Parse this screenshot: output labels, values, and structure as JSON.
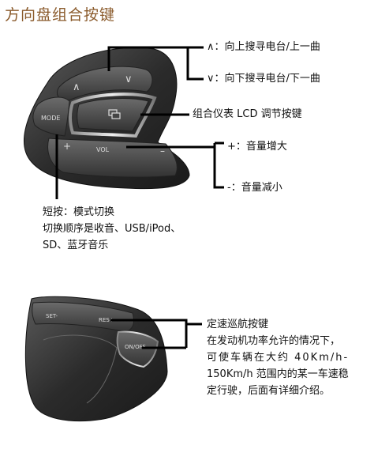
{
  "title": "方向盘组合按键",
  "wheel1": {
    "up_arrow": "∧",
    "down_arrow": "∨",
    "mode": "MODE",
    "plus": "+",
    "vol": "VOL",
    "minus": "–"
  },
  "labels": {
    "up": "∧：向上搜寻电台/上一曲",
    "down": "∨：向下搜寻电台/下一曲",
    "lcd": "组合仪表 LCD 调节按键",
    "vol_up": "+：音量增大",
    "vol_down": "-：音量减小",
    "mode_lines": [
      "短按：模式切换",
      "切换顺序是收音、USB/iPod、",
      "SD、蓝牙音乐"
    ]
  },
  "wheel2": {
    "set": "SET-",
    "res": "RES+",
    "onoff": "ON/OFF"
  },
  "cruise": {
    "heading": "定速巡航按键",
    "lines": [
      "在发动机功率允许的情况下，",
      "可使车辆在大约 40Km/h-",
      "150Km/h 范围内的某一车速稳",
      "定行驶，后面有详细介绍。"
    ]
  }
}
